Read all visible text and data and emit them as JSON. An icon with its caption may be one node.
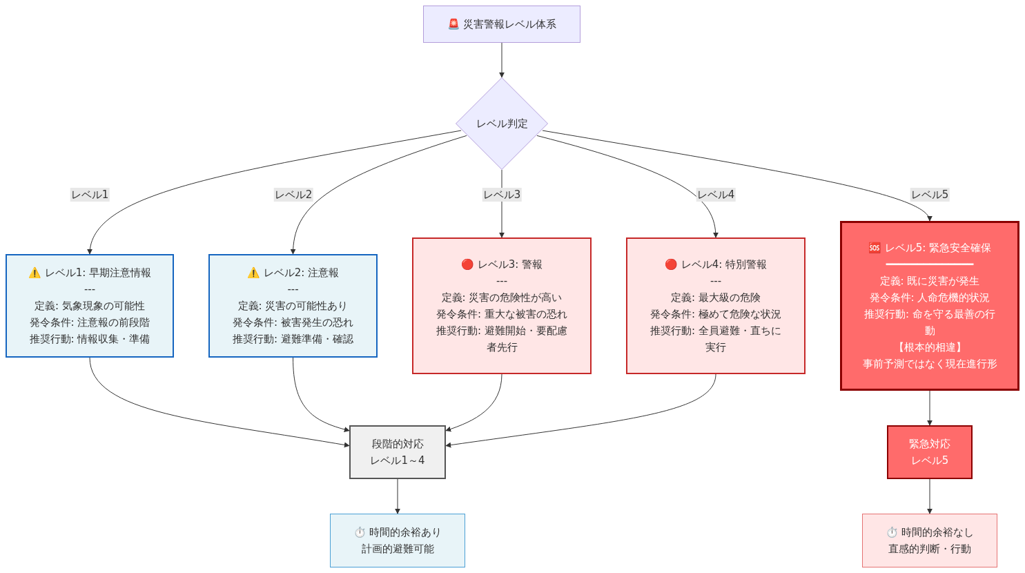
{
  "diagram": {
    "nodes": [
      {
        "text": [
          "🚨 災害警報レベル体系"
        ]
      },
      {
        "text": [
          "レベル判定"
        ]
      },
      {
        "text": [
          "⚠️ レベル1: 早期注意情報",
          "---",
          "定義: 気象現象の可能性",
          "発令条件: 注意報の前段階",
          "推奨行動: 情報収集・準備"
        ]
      },
      {
        "text": [
          "⚠️ レベル2: 注意報",
          "---",
          "定義: 災害の可能性あり",
          "発令条件: 被害発生の恐れ",
          "推奨行動: 避難準備・確認"
        ]
      },
      {
        "text": [
          "🔴 レベル3: 警報",
          "---",
          "定義: 災害の危険性が高い",
          "発令条件: 重大な被害の恐れ",
          "推奨行動: 避難開始・要配慮者先行"
        ]
      },
      {
        "text": [
          "🔴 レベル4: 特別警報",
          "---",
          "定義: 最大級の危険",
          "発令条件: 極めて危険な状況",
          "推奨行動: 全員避難・直ちに実行"
        ]
      },
      {
        "text": [
          "🆘 レベル5: 緊急安全確保",
          "━━━━━━━━━━━━━━",
          "定義: 既に災害が発生",
          "発令条件: 人命危機的状況",
          "推奨行動: 命を守る最善の行動",
          "【根本的相違】",
          "事前予測ではなく現在進行形"
        ]
      },
      {
        "text": [
          "段階的対応",
          "レベル1～4"
        ]
      },
      {
        "text": [
          "緊急対応",
          "レベル5"
        ]
      },
      {
        "text": [
          "⏱️ 時間的余裕あり",
          "計画的避難可能"
        ]
      },
      {
        "text": [
          "⏱️ 時間的余裕なし",
          "直感的判断・行動"
        ]
      }
    ],
    "edges": [
      {
        "from": 0,
        "to": 1,
        "arrow": "to"
      },
      {
        "from": 1,
        "to": 2,
        "arrow": "to",
        "label": "レベル1"
      },
      {
        "from": 1,
        "to": 3,
        "arrow": "to",
        "label": "レベル2"
      },
      {
        "from": 1,
        "to": 4,
        "arrow": "to",
        "label": "レベル3"
      },
      {
        "from": 1,
        "to": 5,
        "arrow": "to",
        "label": "レベル4"
      },
      {
        "from": 1,
        "to": 6,
        "arrow": "to",
        "label": "レベル5"
      },
      {
        "from": 2,
        "to": 7,
        "arrow": "to"
      },
      {
        "from": 3,
        "to": 7,
        "arrow": "to"
      },
      {
        "from": 4,
        "to": 7,
        "arrow": "to"
      },
      {
        "from": 5,
        "to": 7,
        "arrow": "to"
      },
      {
        "from": 6,
        "to": 8,
        "arrow": "to"
      },
      {
        "from": 7,
        "to": 9,
        "arrow": "to"
      },
      {
        "from": 8,
        "to": 10,
        "arrow": "to"
      }
    ]
  }
}
